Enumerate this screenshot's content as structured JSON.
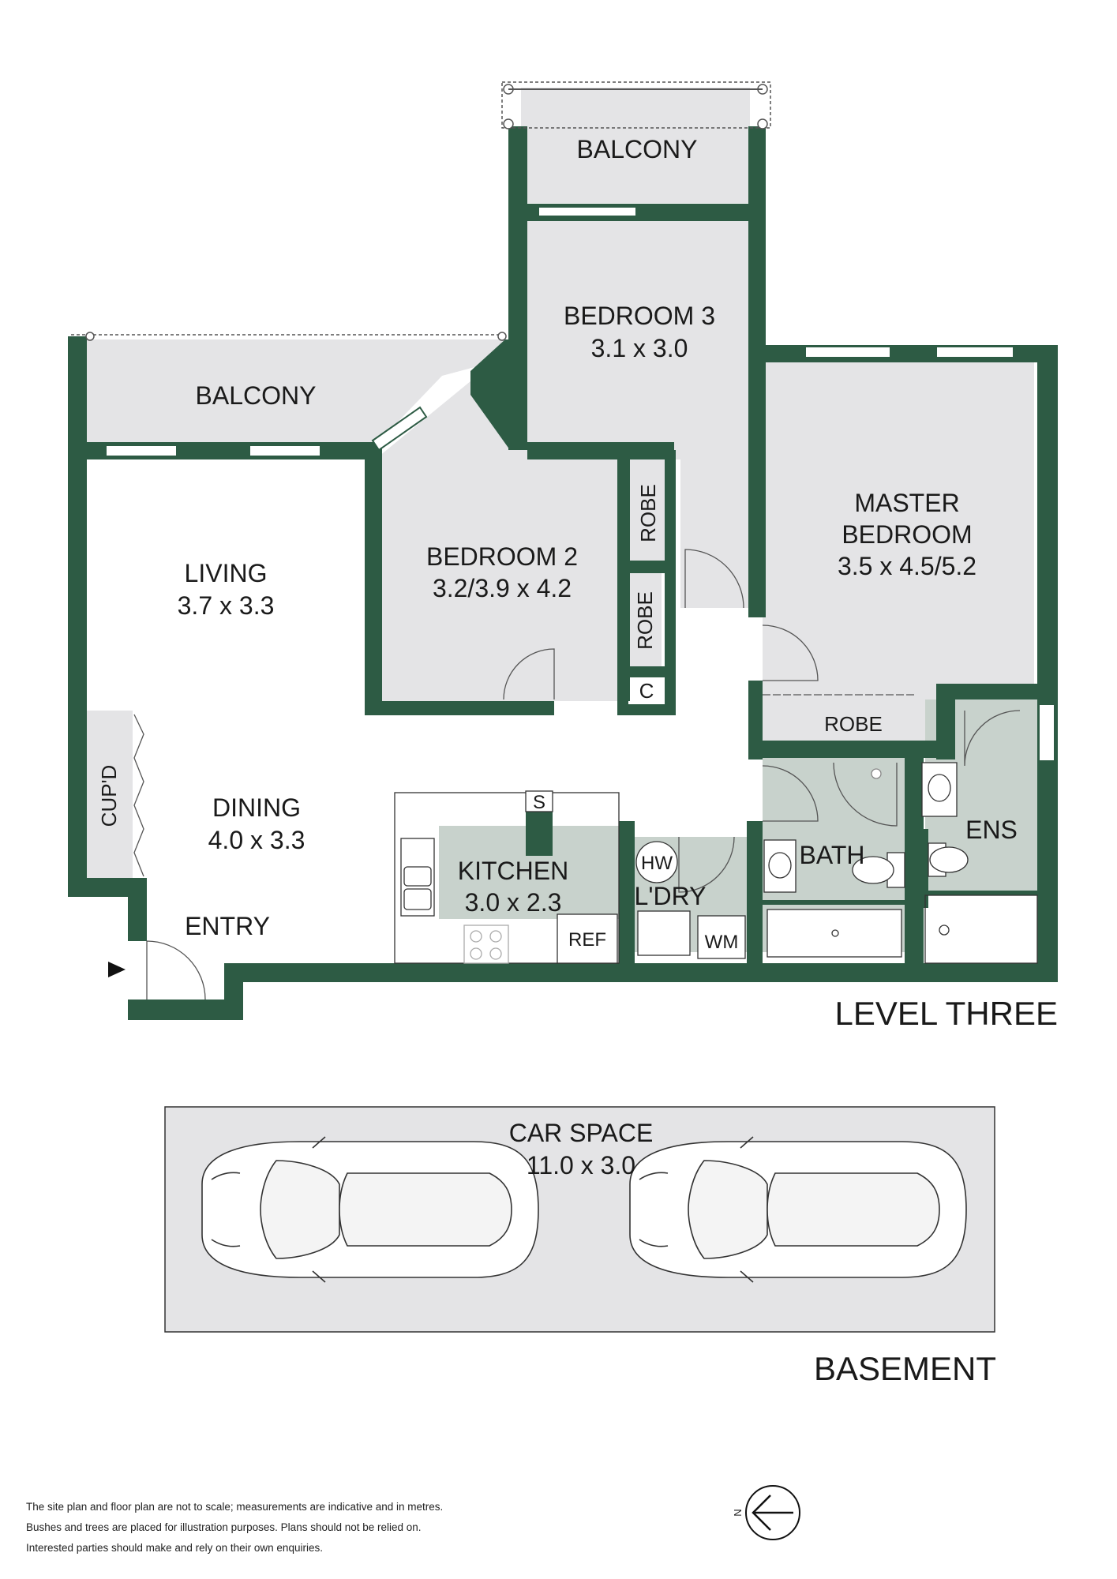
{
  "rooms": {
    "balcony_top": "BALCONY",
    "balcony_left": "BALCONY",
    "bedroom3_name": "BEDROOM 3",
    "bedroom3_size": "3.1 x 3.0",
    "master_name_1": "MASTER",
    "master_name_2": "BEDROOM",
    "master_size": "3.5 x 4.5/5.2",
    "living_name": "LIVING",
    "living_size": "3.7 x 3.3",
    "bedroom2_name": "BEDROOM 2",
    "bedroom2_size": "3.2/3.9 x 4.2",
    "robe_a": "ROBE",
    "robe_b": "ROBE",
    "robe_master": "ROBE",
    "cupboard_c": "C",
    "cupd": "CUP'D",
    "dining_name": "DINING",
    "dining_size": "4.0 x 3.3",
    "entry": "ENTRY",
    "kitchen_name": "KITCHEN",
    "kitchen_size": "3.0 x 2.3",
    "s_label": "S",
    "hw_label": "HW",
    "laundry": "L'DRY",
    "ref": "REF",
    "wm": "WM",
    "bath": "BATH",
    "ens": "ENS"
  },
  "levels": {
    "level_three": "LEVEL THREE",
    "basement": "BASEMENT"
  },
  "car_space": {
    "name": "CAR SPACE",
    "size": "11.0 x 3.0"
  },
  "compass": {
    "letter": "N"
  },
  "disclaimer": [
    "The site plan and floor plan are not to scale; measurements are indicative and in metres.",
    "Bushes and trees are placed for illustration purposes. Plans should not be relied on.",
    "Interested parties should make and rely on their own enquiries."
  ],
  "colors": {
    "wall": "#2d5b44",
    "room_fill": "#e4e4e6",
    "wet_fill": "#c8d2cc",
    "text": "#1a1a1a"
  }
}
